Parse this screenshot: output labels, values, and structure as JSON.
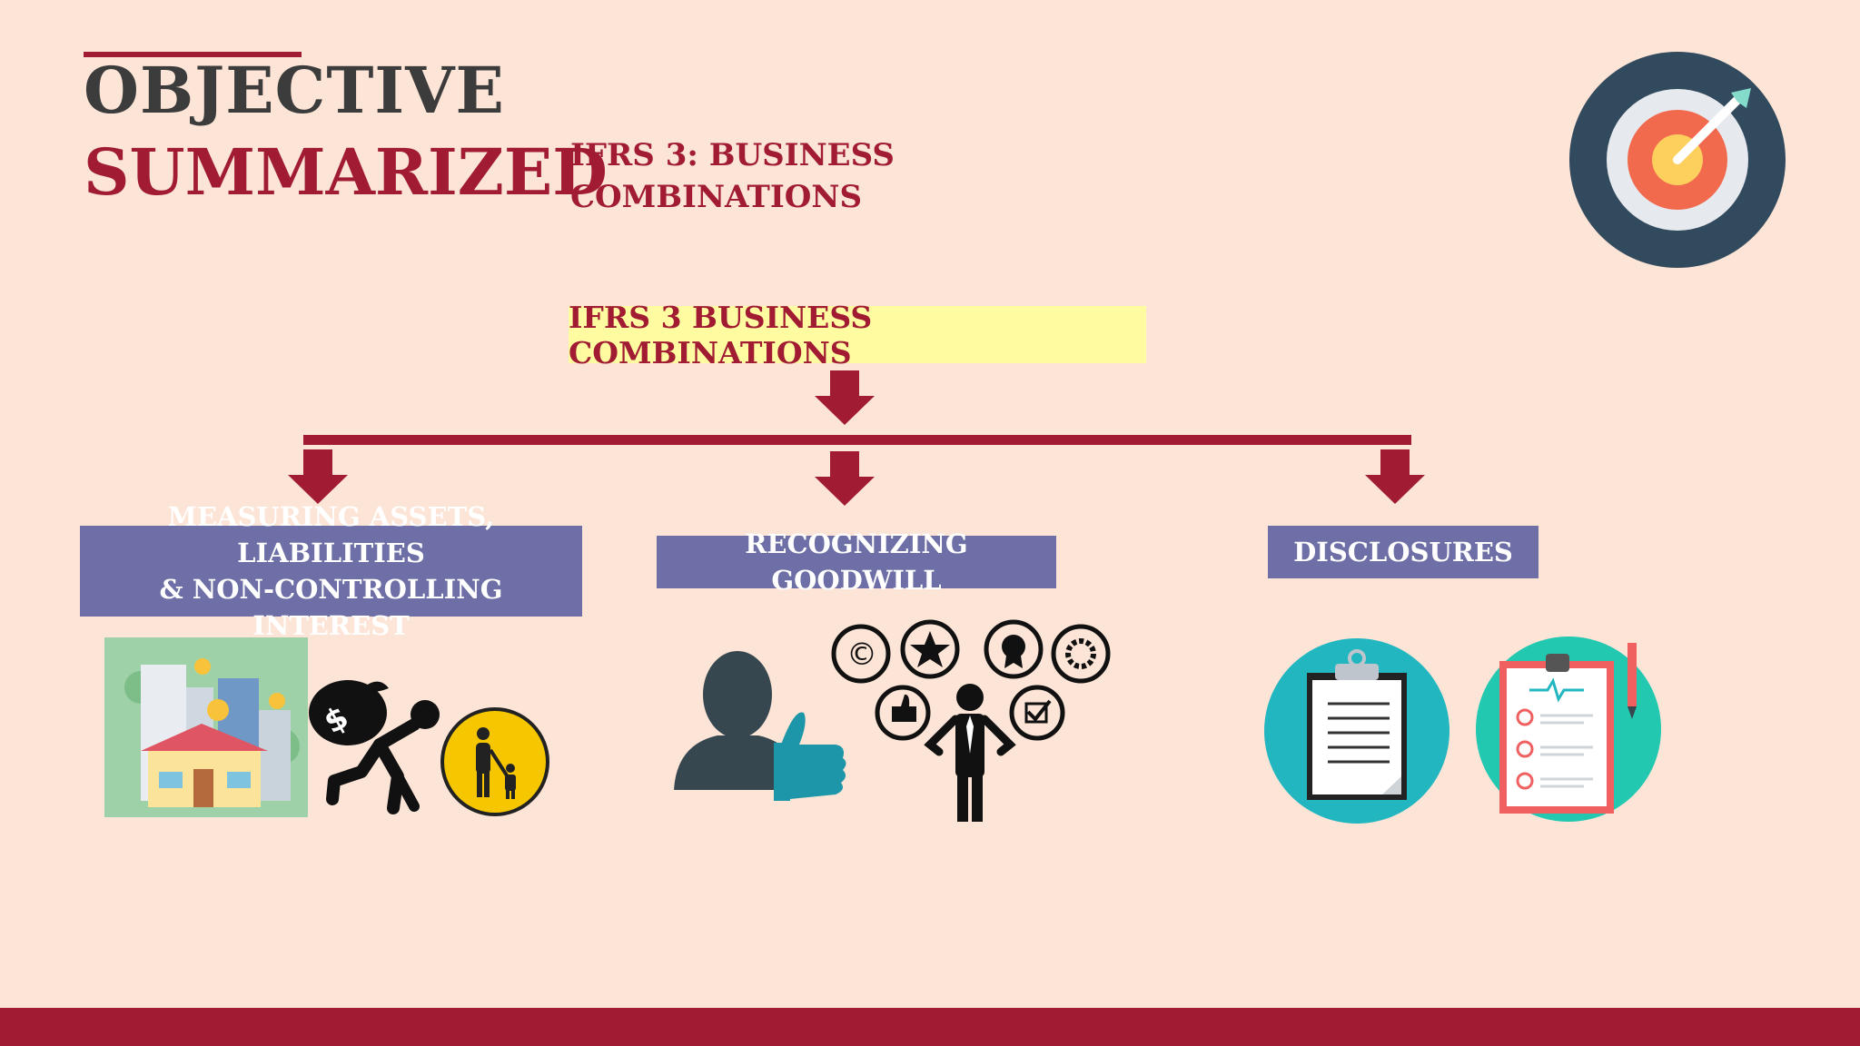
{
  "header": {
    "title_line1": "OBJECTIVE",
    "title_line2": "SUMMARIZED",
    "subtitle_line1": "IFRS 3: BUSINESS",
    "subtitle_line2": "COMBINATIONS"
  },
  "diagram": {
    "root": "IFRS 3 BUSINESS COMBINATIONS",
    "branches": [
      {
        "line1": "MEASURING ASSETS, LIABILITIES",
        "line2": "& NON-CONTROLLING INTEREST"
      },
      {
        "line1": "RECOGNIZING GOODWILL"
      },
      {
        "line1": "DISCLOSURES"
      }
    ]
  },
  "icons": [
    "target-icon",
    "house-icon",
    "money-bag-carrier-icon",
    "parent-child-icon",
    "person-thumbs-up-icon",
    "businessman-ideas-icon",
    "clipboard-icon",
    "checklist-clipboard-icon"
  ],
  "colors": {
    "background": "#fce4d6",
    "accent": "#a11c33",
    "root_box": "#fefba0",
    "branch_box": "#6d6fa6",
    "dark_gray": "#3c3c3c"
  }
}
